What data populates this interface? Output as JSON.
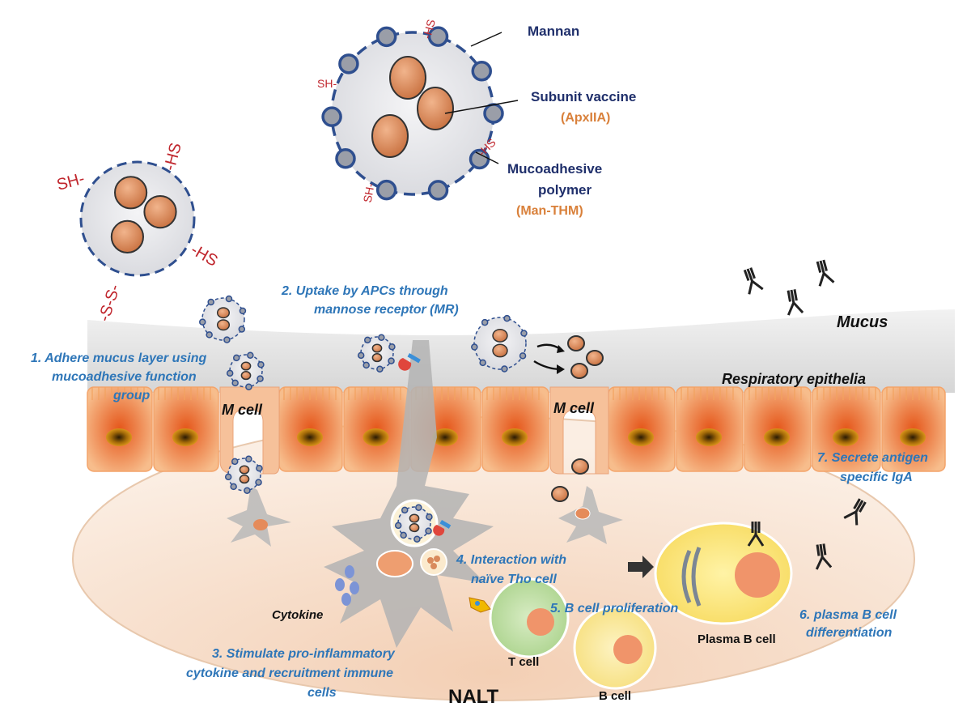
{
  "legend": {
    "mannan": "Mannan",
    "subunit_vaccine": "Subunit vaccine",
    "subunit_vaccine_name": "(ApxIIA)",
    "polymer_line1": "Mucoadhesive",
    "polymer_line2": "polymer",
    "polymer_name": "(Man-THM)"
  },
  "groups": {
    "sh": "SH-",
    "hs": "-HS",
    "disulfide": "-S-S-"
  },
  "regions": {
    "mucus": "Mucus",
    "respiratory_epithelia": "Respiratory epithelia",
    "m_cell_left": "M cell",
    "m_cell_right": "M cell",
    "nalt": "NALT",
    "cytokine": "Cytokine",
    "t_cell": "T cell",
    "b_cell": "B cell",
    "plasma_b_cell": "Plasma B cell"
  },
  "steps": {
    "step1": [
      "1. Adhere mucus layer using",
      "mucoadhesive function",
      "group"
    ],
    "step2": [
      "2. Uptake by APCs through",
      "mannose receptor (MR)"
    ],
    "step3": [
      "3. Stimulate pro-inflammatory",
      "cytokine and recruitment immune",
      "cells"
    ],
    "step4": [
      "4. Interaction with",
      "naïve Tho cell"
    ],
    "step5": [
      "5. B cell proliferation"
    ],
    "step6": [
      "6. plasma B cell",
      "differentiation"
    ],
    "step7": [
      "7. Secrete antigen",
      "specific IgA"
    ]
  },
  "colors": {
    "navy": "#1f2f6b",
    "orange_text": "#d9803a",
    "step_blue": "#2e76b8",
    "thiol_red": "#c0262d",
    "antigen": "#d98a5c",
    "nalt_fill": "#f7dcc6",
    "epithelium": "#f6b37a",
    "mucus": "#dedede"
  }
}
